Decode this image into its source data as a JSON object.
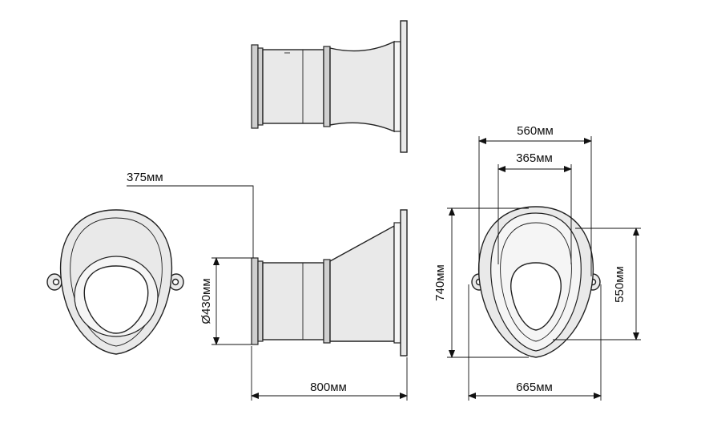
{
  "dimensions": {
    "top_width": "560мм",
    "inner_width": "365мм",
    "overall_height": "740мм",
    "inner_height": "550мм",
    "bottom_width": "665мм",
    "length": "800мм",
    "diameter": "Ø430мм",
    "neck_offset": "375мм"
  },
  "views": [
    "top-view",
    "side-view",
    "front-view-left",
    "front-view-right"
  ]
}
